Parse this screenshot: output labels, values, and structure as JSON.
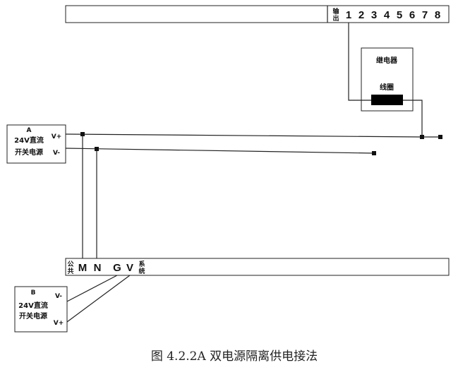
{
  "output_module": {
    "output_label": "输出",
    "terminals": [
      "1",
      "2",
      "3",
      "4",
      "5",
      "6",
      "7",
      "8"
    ]
  },
  "relay": {
    "title": "继电器",
    "coil_label": "线圈"
  },
  "power_supply_a": {
    "tag": "A",
    "line1": "24V直流",
    "line2": "开关电源",
    "plus": "V+",
    "minus": "V-"
  },
  "power_supply_b": {
    "tag": "B",
    "line1": "24V直流",
    "line2": "开关电源",
    "plus": "V+",
    "minus": "V-"
  },
  "system_bus": {
    "common_label": "公共",
    "terminals": [
      "M",
      "N",
      "G",
      "V"
    ],
    "system_label": "系统"
  },
  "caption": "图 4.2.2A 双电源隔离供电接法"
}
